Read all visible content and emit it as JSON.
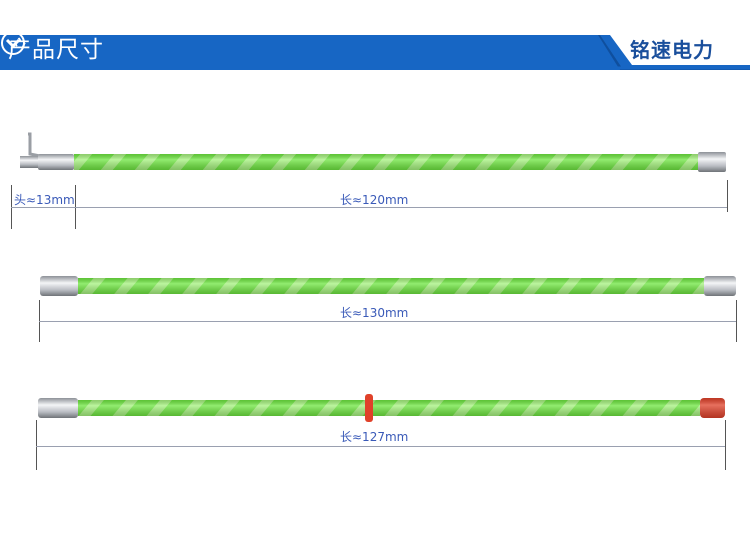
{
  "header": {
    "title": "产品尺寸",
    "brand": "铭速电力",
    "icon": "chevron-down-circle-icon",
    "banner_color": "#1766c4",
    "brand_color": "#1a4f9c"
  },
  "poles": [
    {
      "head_label": "头≈13mm",
      "length_label": "长≈120mm"
    },
    {
      "length_label": "长≈130mm"
    },
    {
      "length_label": "长≈127mm"
    }
  ],
  "colors": {
    "pole_green": "#6ee640",
    "stripe": "#aef58a",
    "metal": "#c9ccd1",
    "red_cap": "#e0412a",
    "label_blue": "#3a5ab8"
  }
}
